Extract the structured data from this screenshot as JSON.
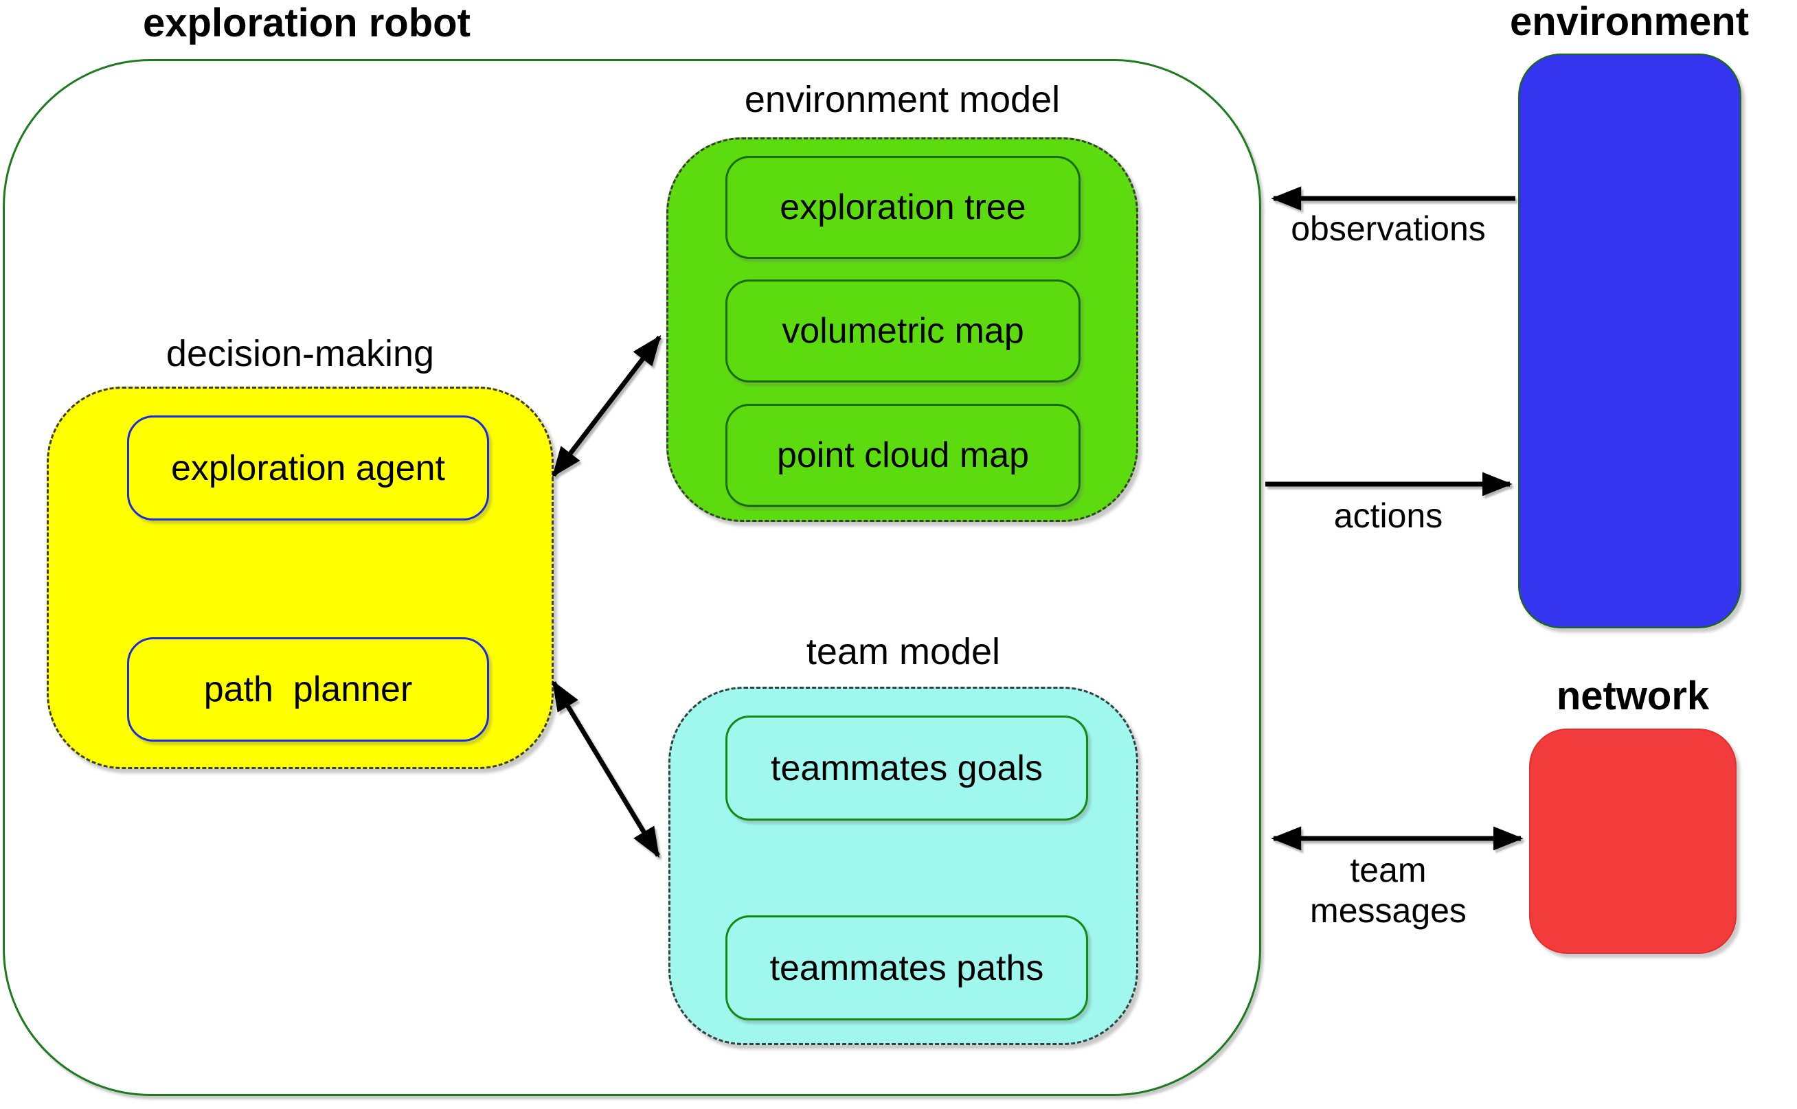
{
  "robot": {
    "title": "exploration robot"
  },
  "sections": {
    "decision_making": {
      "label": "decision-making",
      "items": [
        "exploration agent",
        "path  planner"
      ]
    },
    "environment_model": {
      "label": "environment model",
      "items": [
        "exploration tree",
        "volumetric map",
        "point cloud map"
      ]
    },
    "team_model": {
      "label": "team model",
      "items": [
        "teammates goals",
        "teammates paths"
      ]
    }
  },
  "external": {
    "environment": {
      "label": "environment"
    },
    "network": {
      "label": "network"
    }
  },
  "arrows": {
    "observations": {
      "label": "observations"
    },
    "actions": {
      "label": "actions"
    },
    "team_messages": {
      "lines": [
        "team",
        "messages"
      ]
    }
  },
  "colors": {
    "robot_border": "#1e7a1e",
    "decision_making_fill": "#ffff00",
    "decision_making_item_border": "#1a2bdd",
    "environment_model_fill": "#5cdc0e",
    "environment_model_item_border": "#176d00",
    "team_model_fill": "#9ff7ee",
    "team_model_item_border": "#128a12",
    "environment_fill": "#3534ee",
    "network_fill": "#f23b3b",
    "arrow": "#000000"
  }
}
